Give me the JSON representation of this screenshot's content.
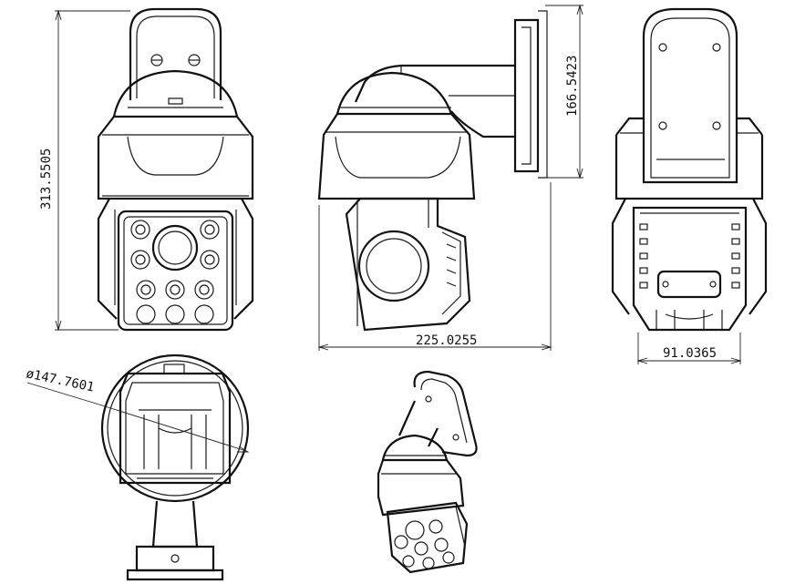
{
  "dimensions": {
    "height": "313.5505",
    "bracket_height": "166.5423",
    "width": "225.0255",
    "depth": "91.0365",
    "diameter": "ø147.7601"
  },
  "colors": {
    "line": "#1a1a1a",
    "background": "#ffffff"
  }
}
